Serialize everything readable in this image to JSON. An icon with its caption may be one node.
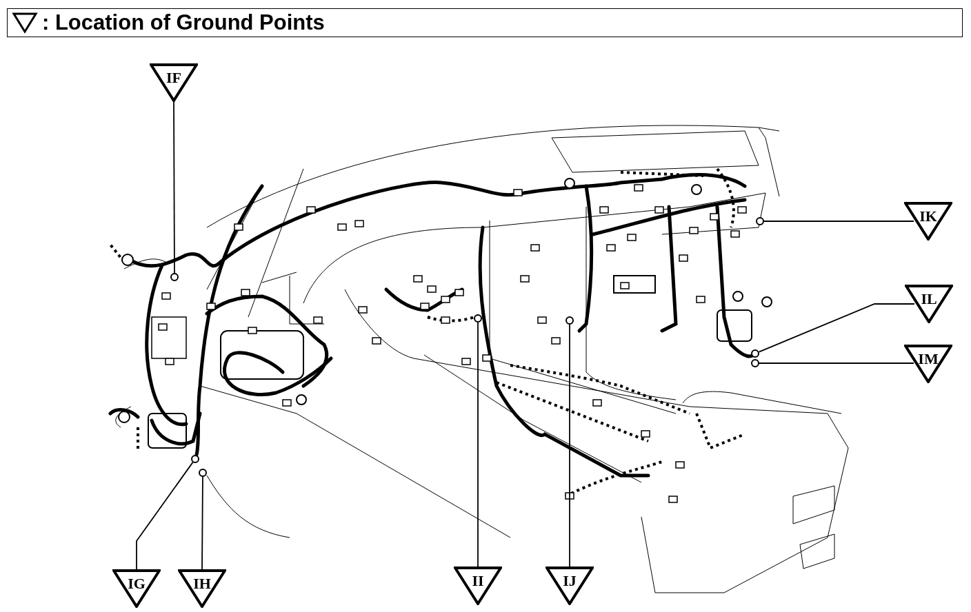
{
  "diagram": {
    "title": ": Location of Ground Points",
    "nodes": [
      {
        "text": [
          "IF"
        ]
      },
      {
        "text": [
          "IG"
        ]
      },
      {
        "text": [
          "IH"
        ]
      },
      {
        "text": [
          "II"
        ]
      },
      {
        "text": [
          "IJ"
        ]
      },
      {
        "text": [
          "IK"
        ]
      },
      {
        "text": [
          "IL"
        ]
      },
      {
        "text": [
          "IM"
        ]
      },
      {
        "text": [],
        "shape": "circle"
      },
      {
        "text": [],
        "shape": "circle"
      },
      {
        "text": [],
        "shape": "circle"
      },
      {
        "text": [],
        "shape": "circle"
      },
      {
        "text": [],
        "shape": "circle"
      },
      {
        "text": [],
        "shape": "circle"
      },
      {
        "text": [],
        "shape": "circle"
      },
      {
        "text": [],
        "shape": "circle"
      }
    ],
    "edges": [
      {
        "from": 0,
        "to": 8,
        "arrow": "none"
      },
      {
        "from": 1,
        "to": 9,
        "arrow": "none"
      },
      {
        "from": 2,
        "to": 10,
        "arrow": "none"
      },
      {
        "from": 3,
        "to": 11,
        "arrow": "none"
      },
      {
        "from": 4,
        "to": 12,
        "arrow": "none"
      },
      {
        "from": 5,
        "to": 13,
        "arrow": "none"
      },
      {
        "from": 6,
        "to": 14,
        "arrow": "none"
      },
      {
        "from": 7,
        "to": 15,
        "arrow": "none"
      }
    ]
  }
}
